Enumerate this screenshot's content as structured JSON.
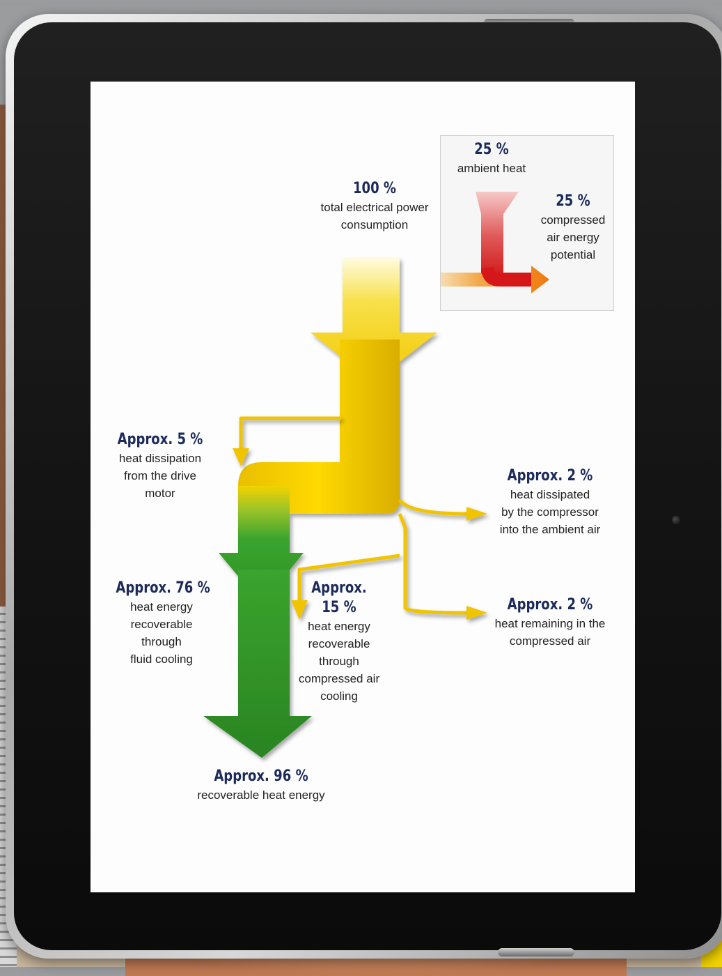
{
  "inset": {
    "ambient": {
      "percent": "25 %",
      "desc": "ambient heat"
    },
    "compressed": {
      "percent": "25 %",
      "desc_lines": [
        "compressed",
        "air energy",
        "potential"
      ]
    }
  },
  "total": {
    "percent": "100 %",
    "desc_lines": [
      "total electrical power",
      "consumption"
    ]
  },
  "drive_motor": {
    "percent": "Approx. 5 %",
    "desc_lines": [
      "heat dissipation",
      "from the drive",
      "motor"
    ]
  },
  "compressor_ambient": {
    "percent": "Approx. 2 %",
    "desc_lines": [
      "heat dissipated",
      "by the compressor",
      "into the ambient air"
    ]
  },
  "fluid_cooling": {
    "percent": "Approx. 76 %",
    "desc_lines": [
      "heat energy",
      "recoverable",
      "through",
      "fluid cooling"
    ]
  },
  "air_cooling": {
    "percent_lines": [
      "Approx.",
      "15 %"
    ],
    "desc_lines": [
      "heat energy",
      "recoverable",
      "through",
      "compressed air",
      "cooling"
    ]
  },
  "remaining": {
    "percent": "Approx. 2 %",
    "desc_lines": [
      "heat remaining in the",
      "compressed air"
    ]
  },
  "recoverable": {
    "percent": "Approx. 96 %",
    "desc": "recoverable heat energy"
  },
  "colors": {
    "power_yellow": "#f5cf00",
    "heat_green": "#3a9a2a",
    "ambient_red": "#d41a1a",
    "compressed_orange": "#f08a10",
    "label_navy": "#1b2a5a"
  }
}
